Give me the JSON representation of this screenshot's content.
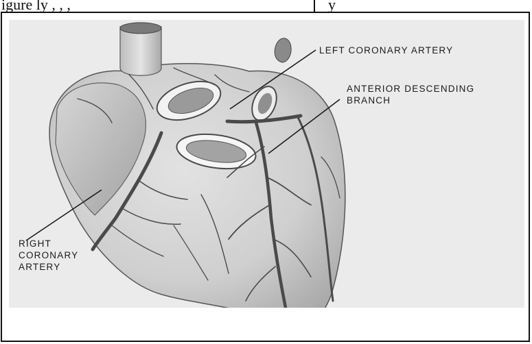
{
  "header": {
    "left_text": "igure ly  , , ,",
    "right_text": "y"
  },
  "labels": {
    "left_coronary_artery": "LEFT CORONARY ARTERY",
    "anterior_descending_line1": "ANTERIOR DESCENDING",
    "anterior_descending_line2": "BRANCH",
    "right_coronary_line1": "RIGHT",
    "right_coronary_line2": "CORONARY",
    "right_coronary_line3": "ARTERY"
  }
}
